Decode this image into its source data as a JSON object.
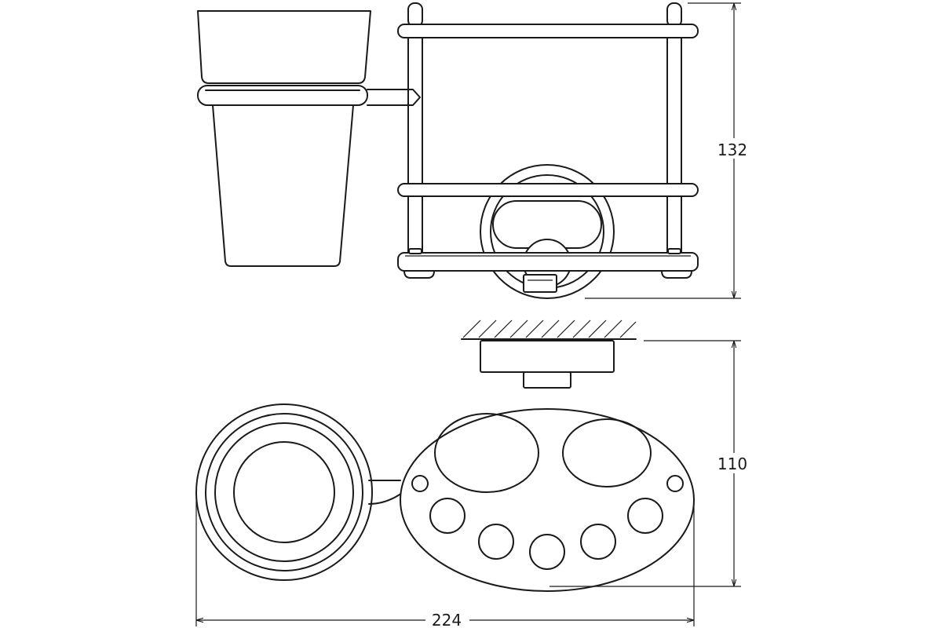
{
  "dimensions": {
    "height": "132",
    "depth": "110",
    "width": "224"
  },
  "colors": {
    "line": "#1a1a1a",
    "background": "#ffffff"
  }
}
